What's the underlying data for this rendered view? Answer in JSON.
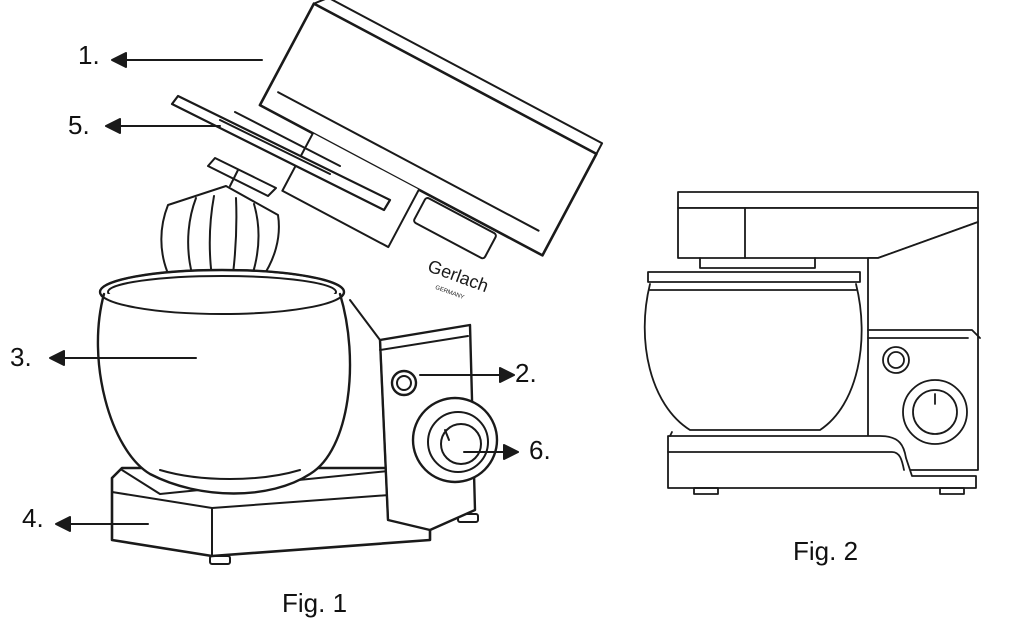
{
  "callouts": {
    "c1": "1.",
    "c2": "2.",
    "c3": "3.",
    "c4": "4.",
    "c5": "5.",
    "c6": "6."
  },
  "captions": {
    "fig1": "Fig. 1",
    "fig2": "Fig. 2"
  },
  "brand": {
    "name": "Gerlach",
    "sub": "GERMANY"
  },
  "colors": {
    "line": "#1a1a1a"
  }
}
